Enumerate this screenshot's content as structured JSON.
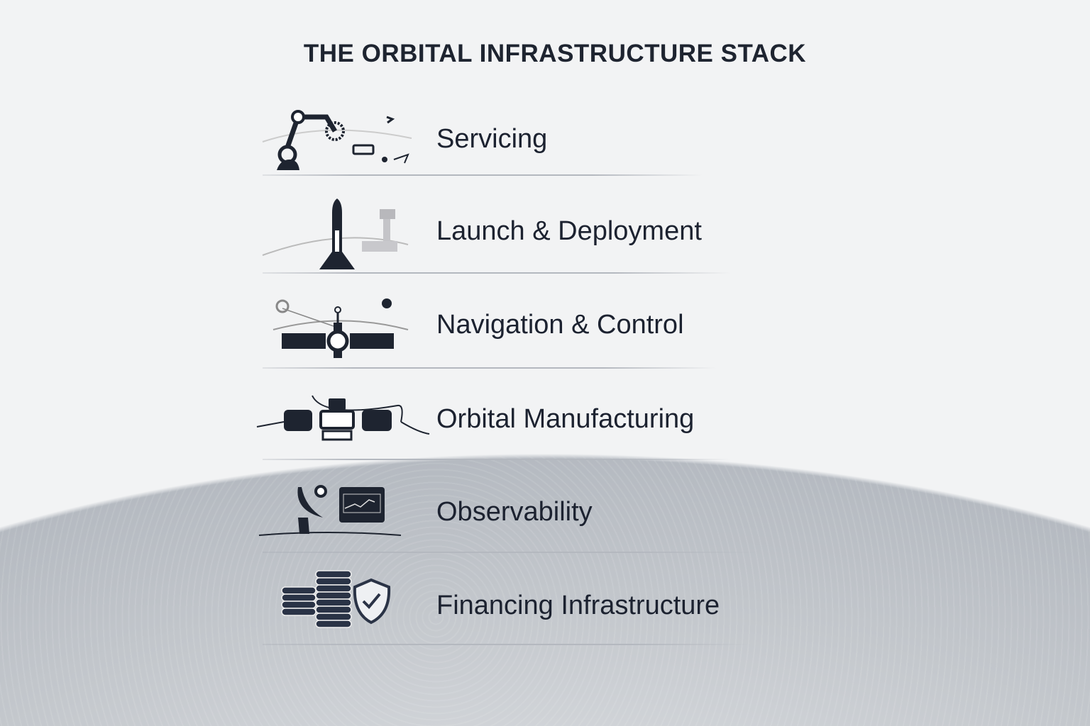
{
  "title": "THE ORBITAL INFRASTRUCTURE STACK",
  "layers": [
    {
      "label": "Servicing",
      "icon": "robotic-arm-icon"
    },
    {
      "label": "Launch & Deployment",
      "icon": "rocket-icon"
    },
    {
      "label": "Navigation & Control",
      "icon": "satellite-icon"
    },
    {
      "label": "Orbital Manufacturing",
      "icon": "space-station-icon"
    },
    {
      "label": "Observability",
      "icon": "antenna-dashboard-icon"
    },
    {
      "label": "Financing Infrastructure",
      "icon": "coins-shield-icon"
    }
  ],
  "colors": {
    "ink": "#1e2430",
    "background": "#f2f3f4"
  }
}
